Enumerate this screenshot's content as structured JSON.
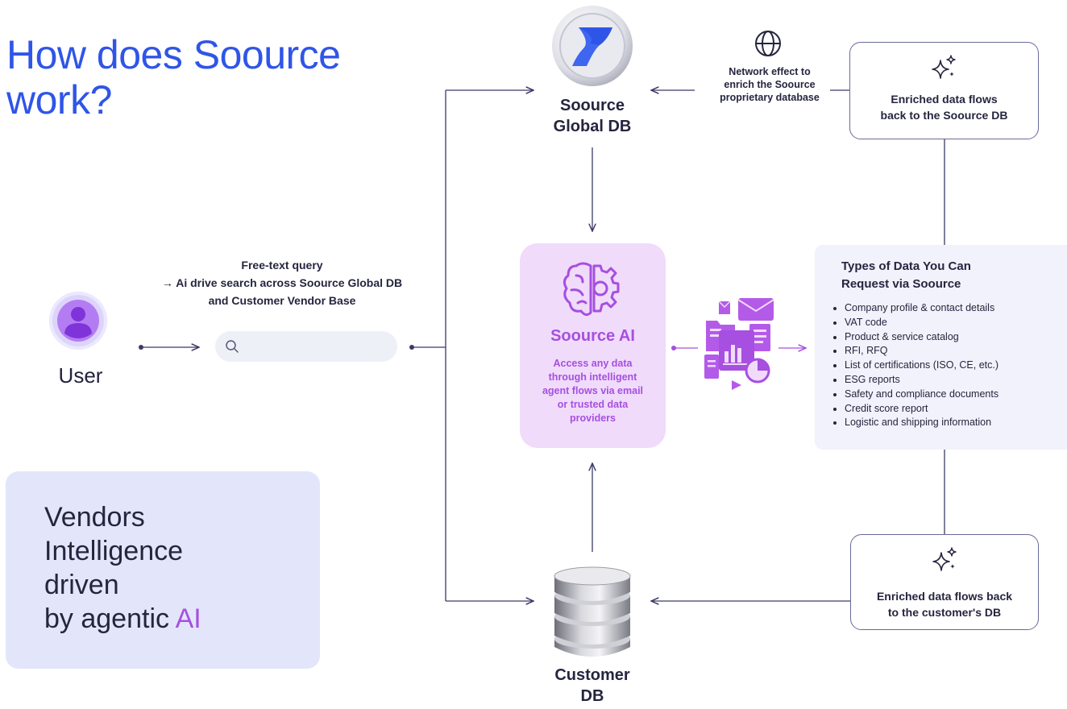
{
  "title": "How does Soource work?",
  "user": {
    "label": "User"
  },
  "query": {
    "line1": "Free-text query",
    "line2": "→ Ai drive search across Soource Global DB",
    "line3": "and Customer Vendor Base"
  },
  "search": {
    "placeholder": "",
    "value": ""
  },
  "vendors_box": {
    "line1": "Vendors",
    "line2": "Intelligence",
    "line3": "driven",
    "line4_prefix": "by agentic ",
    "line4_highlight": "AI"
  },
  "global_db": {
    "label_line1": "Soource",
    "label_line2": "Global DB"
  },
  "network": {
    "line1": "Network effect to",
    "line2": "enrich the Soource",
    "line3": "proprietary database"
  },
  "enrich_top": {
    "line1": "Enriched data flows",
    "line2": "back to the Soource DB"
  },
  "soource_ai": {
    "title": "Soource AI",
    "desc_line1": "Access any data",
    "desc_line2": "through intelligent",
    "desc_line3": "agent flows via email",
    "desc_line4": "or trusted data",
    "desc_line5": "providers"
  },
  "data_types": {
    "title_line1": "Types of Data You Can",
    "title_line2": "Request via Soource",
    "items": [
      "Company profile & contact details",
      "VAT code",
      "Product & service catalog",
      "RFI, RFQ",
      "List of certifications (ISO, CE, etc.)",
      "ESG reports",
      "Safety and compliance documents",
      "Credit score report",
      "Logistic and shipping information"
    ]
  },
  "enrich_bottom": {
    "line1": "Enriched data flows back",
    "line2": "to the customer's DB"
  },
  "customer_db": {
    "label_line1": "Customer",
    "label_line2": "DB"
  },
  "colors": {
    "title_blue": "#2f55e8",
    "ai_purple": "#a64fe0",
    "ai_box_bg": "#f0dbfb",
    "vendors_box_bg": "#e3e6fa",
    "panel_bg": "#f1f2fb",
    "line_color": "#3a3a66"
  }
}
